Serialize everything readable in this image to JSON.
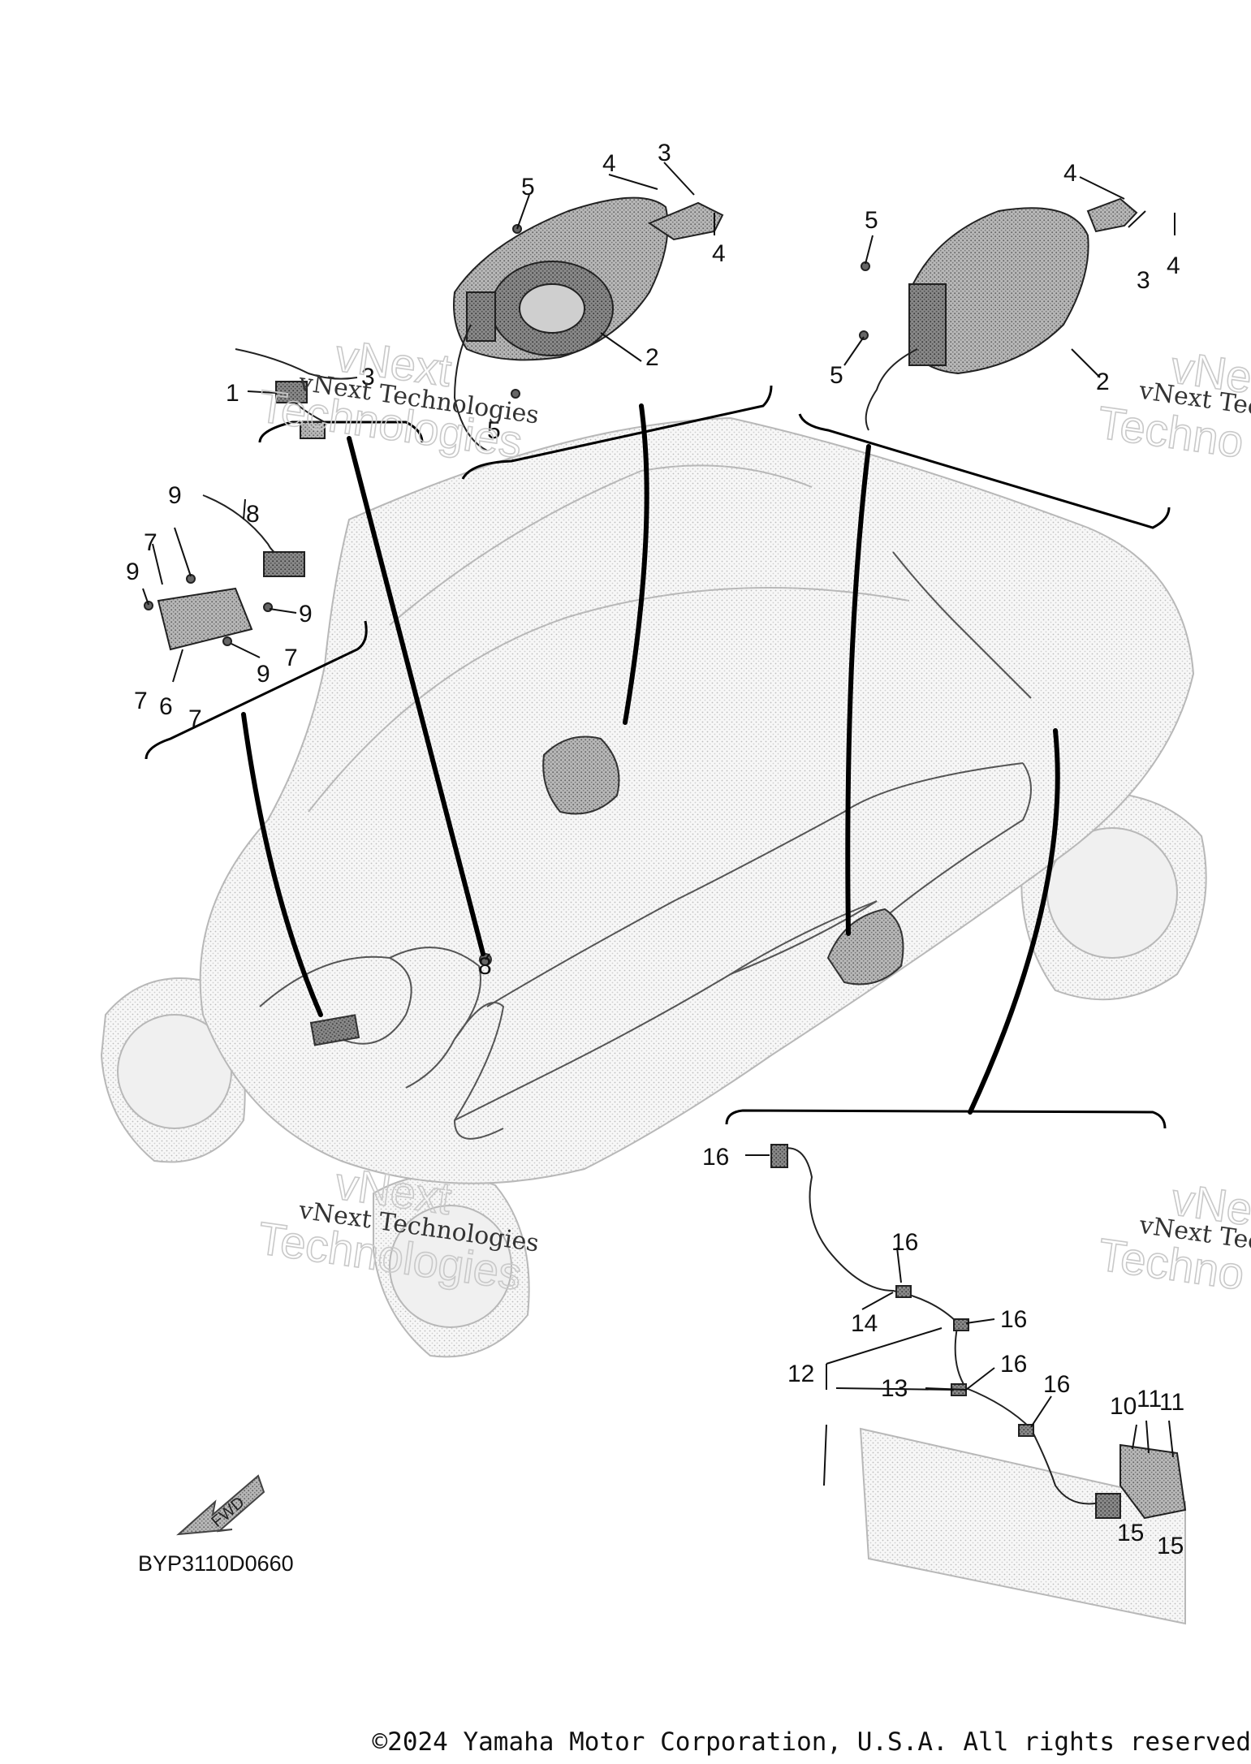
{
  "diagram": {
    "code": "BYP3110D0660",
    "fwd_label": "FWD",
    "watermark_line1": "vNext Technologies",
    "watermark_line2": "vNext",
    "watermark_line3": "Technologies",
    "watermark_partial1": "vNext Tec",
    "watermark_partial2": "Techno",
    "watermark_partial3": "vNe",
    "callouts": [
      "1",
      "2",
      "3",
      "4",
      "5",
      "6",
      "7",
      "8",
      "9",
      "10",
      "11",
      "12",
      "13",
      "14",
      "15",
      "16"
    ]
  },
  "footer": {
    "copyright": "©2024 Yamaha Motor Corporation, U.S.A. All rights reserved"
  }
}
